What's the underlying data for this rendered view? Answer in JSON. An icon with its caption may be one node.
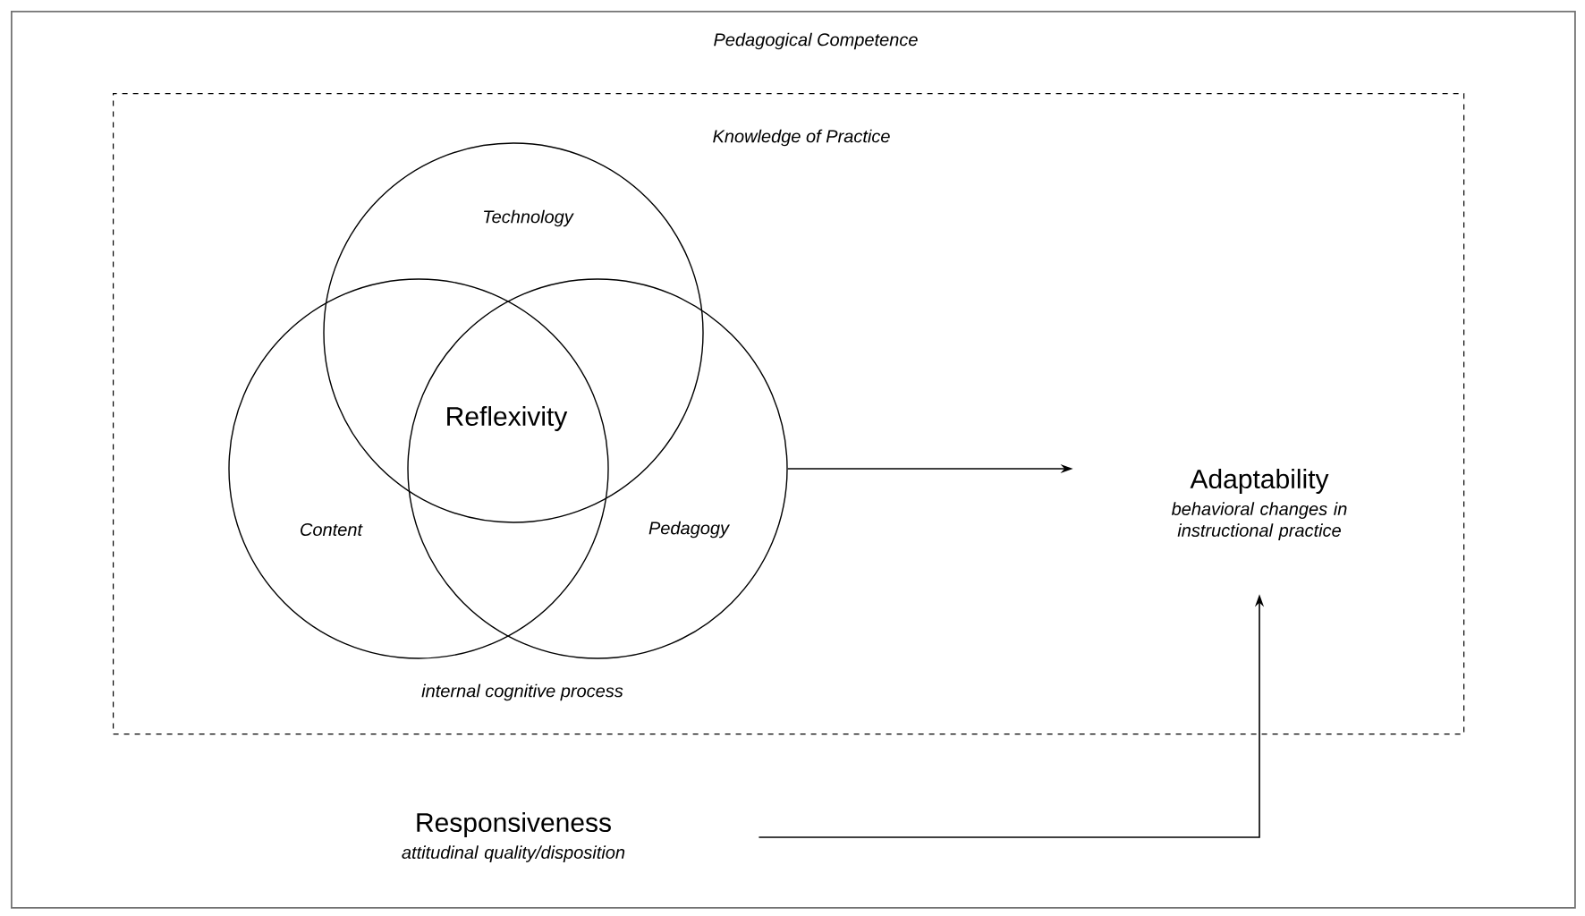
{
  "diagram": {
    "nodes": [
      {
        "text": [
          "Pedagogical Competence"
        ]
      },
      {
        "text": [
          "Knowledge of Practice",
          "internal cognitive process"
        ],
        "in": 0
      },
      {
        "text": [
          "Technology"
        ],
        "in": 1
      },
      {
        "text": [
          "Content"
        ],
        "in": 1
      },
      {
        "text": [
          "Pedagogy"
        ],
        "in": 1
      },
      {
        "text": [
          "Adaptability",
          "behavioral changes in instructional practice"
        ],
        "in": 1
      },
      {
        "text": [
          "Responsiveness",
          "attitudinal quality/disposition"
        ],
        "in": 0
      }
    ],
    "edges": [
      {
        "from": 4,
        "to": 5,
        "arrow": "to"
      },
      {
        "from": 6,
        "to": 5,
        "arrow": "to"
      }
    ],
    "labels": [
      "Reflexivity"
    ]
  }
}
